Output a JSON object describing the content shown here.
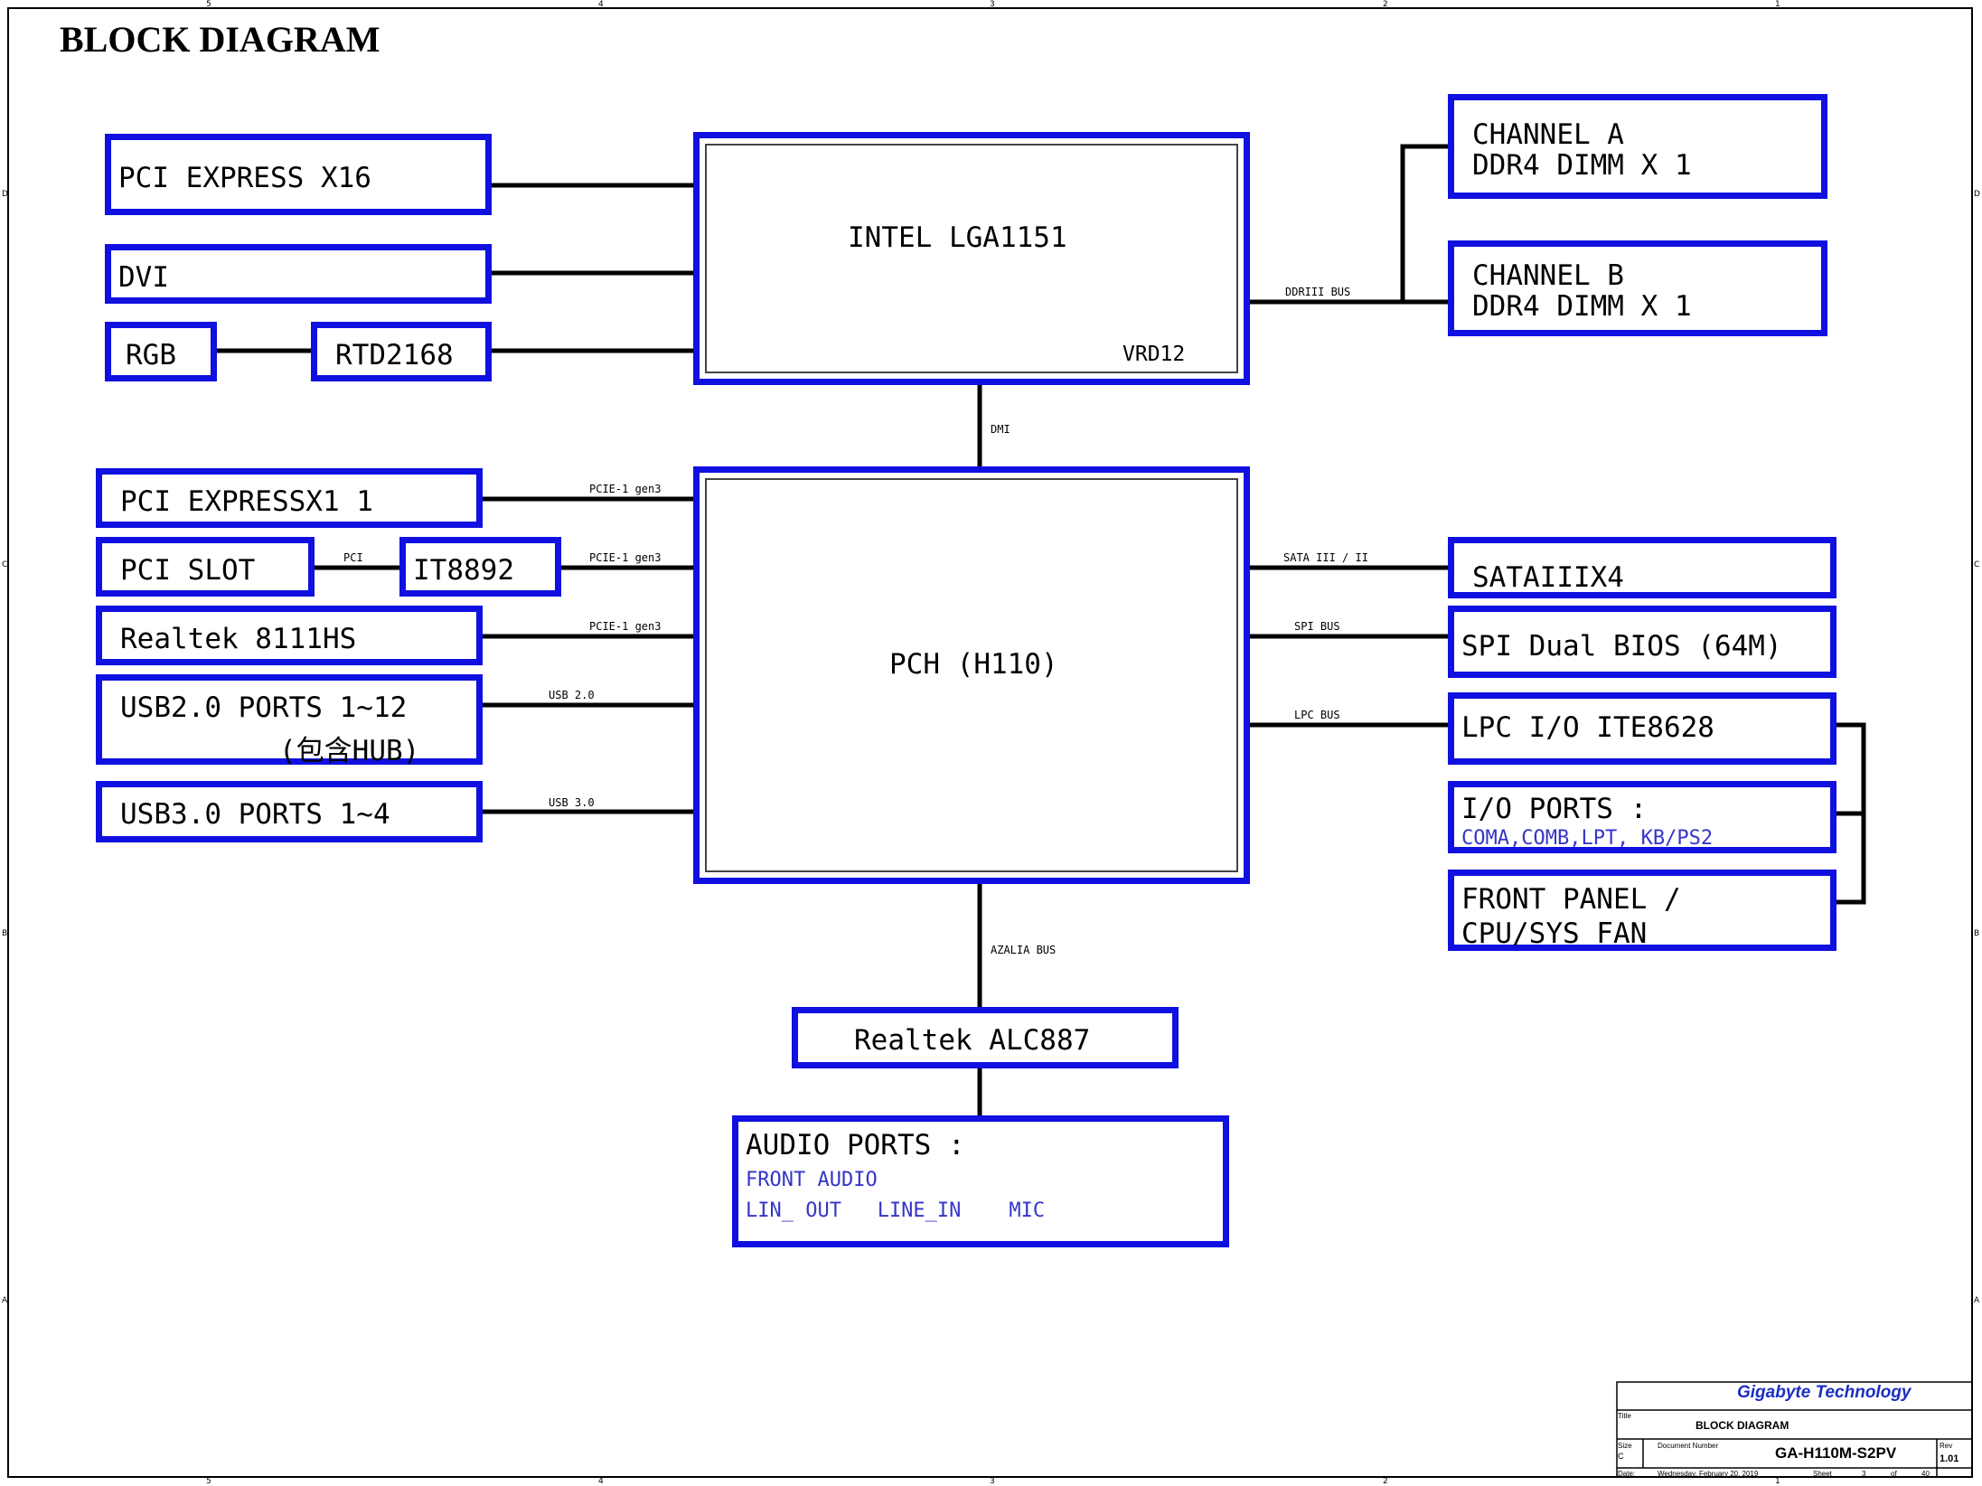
{
  "title": "BLOCK DIAGRAM",
  "cpu": {
    "label": "INTEL LGA1151",
    "sub": "VRD12"
  },
  "pch": {
    "label": "PCH (H110)"
  },
  "left": {
    "pcie16": "PCI EXPRESS X16",
    "dvi": "DVI",
    "rgb": "RGB",
    "rtd": "RTD2168",
    "pcie1": "PCI EXPRESSX1 1",
    "pcislot": "PCI SLOT",
    "it8892": "IT8892",
    "realtek8111": "Realtek 8111HS",
    "usb2_line1": "USB2.0 PORTS 1~12",
    "usb2_line2": "(包含HUB)",
    "usb3": "USB3.0 PORTS 1~4"
  },
  "right": {
    "chA_line1": "CHANNEL A",
    "chA_line2": "DDR4 DIMM X 1",
    "chB_line1": "CHANNEL B",
    "chB_line2": "DDR4 DIMM X 1",
    "sata": "SATAIIIX4",
    "spi": "SPI Dual BIOS (64M)",
    "lpc": "LPC I/O ITE8628",
    "io_title": "I/O PORTS :",
    "io_sub": "COMA,COMB,LPT, KB/PS2",
    "front_line1": "FRONT PANEL /",
    "front_line2": "CPU/SYS FAN"
  },
  "bottom": {
    "alc": "Realtek ALC887",
    "audio_title": "AUDIO PORTS :",
    "audio_sub1": "FRONT AUDIO",
    "audio_sub2": "LIN_ OUT   LINE_IN    MIC"
  },
  "bus": {
    "ddr": "DDRIII BUS",
    "dmi": "DMI",
    "pcie_a": "PCIE-1 gen3",
    "pci": "PCI",
    "pcie_b": "PCIE-1 gen3",
    "pcie_c": "PCIE-1 gen3",
    "usb2": "USB 2.0",
    "usb3": "USB 3.0",
    "sata": "SATA III / II",
    "spi": "SPI BUS",
    "lpc": "LPC BUS",
    "azalia": "AZALIA BUS"
  },
  "titleblock": {
    "company": "Gigabyte Technology",
    "title_label": "Title",
    "title": "BLOCK DIAGRAM",
    "size_label": "Size",
    "size": "C",
    "docnum_label": "Document Number",
    "docnum": "GA-H110M-S2PV",
    "rev_label": "Rev",
    "rev": "1.01",
    "date_label": "Date:",
    "date": "Wednesday, February 20, 2019",
    "sheet_label": "Sheet",
    "sheet": "3",
    "of_label": "of",
    "of": "40"
  },
  "ticks": {
    "top": [
      "5",
      "4",
      "3",
      "2",
      "1"
    ],
    "side": [
      "D",
      "C",
      "B",
      "A"
    ]
  },
  "colors": {
    "box_border": "#1010e0",
    "sub_text": "#3535c8",
    "wire": "#000000",
    "company": "#1a2fc0"
  }
}
